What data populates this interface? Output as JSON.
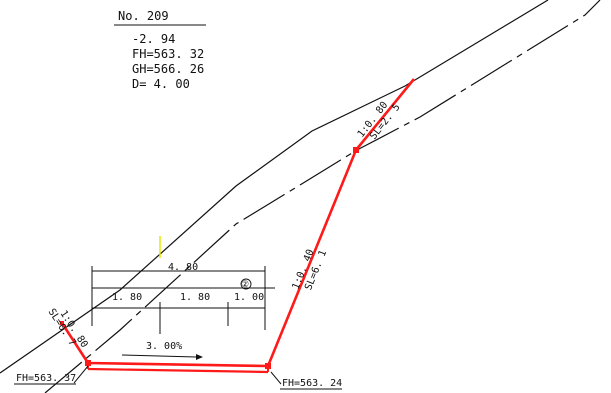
{
  "section": {
    "number": "No. 209",
    "cut_fill": "-2. 94",
    "fh": "FH=563. 32",
    "gh": "GH=566. 26",
    "d": "D= 4. 00"
  },
  "dimensions": {
    "total_width": "4. 80",
    "segment_1": "1. 80",
    "segment_2": "1. 80",
    "segment_3": "1. 00",
    "center_mark": "②"
  },
  "grade": {
    "crossfall": "3. 00%"
  },
  "slopes": {
    "upper_ratio": "1:0. 80",
    "upper_sl": "SL=2. 5",
    "middle_ratio": "1:0. 40",
    "middle_sl": "SL=6. 1",
    "left_ratio": "1:0. 80",
    "left_sl": "SL=0. 7"
  },
  "elevations": {
    "left": "FH=563. 37",
    "right": "FH=563. 24"
  },
  "colors": {
    "line": "#111111",
    "design": "#ff1a1a",
    "marker": "#e8e800"
  }
}
